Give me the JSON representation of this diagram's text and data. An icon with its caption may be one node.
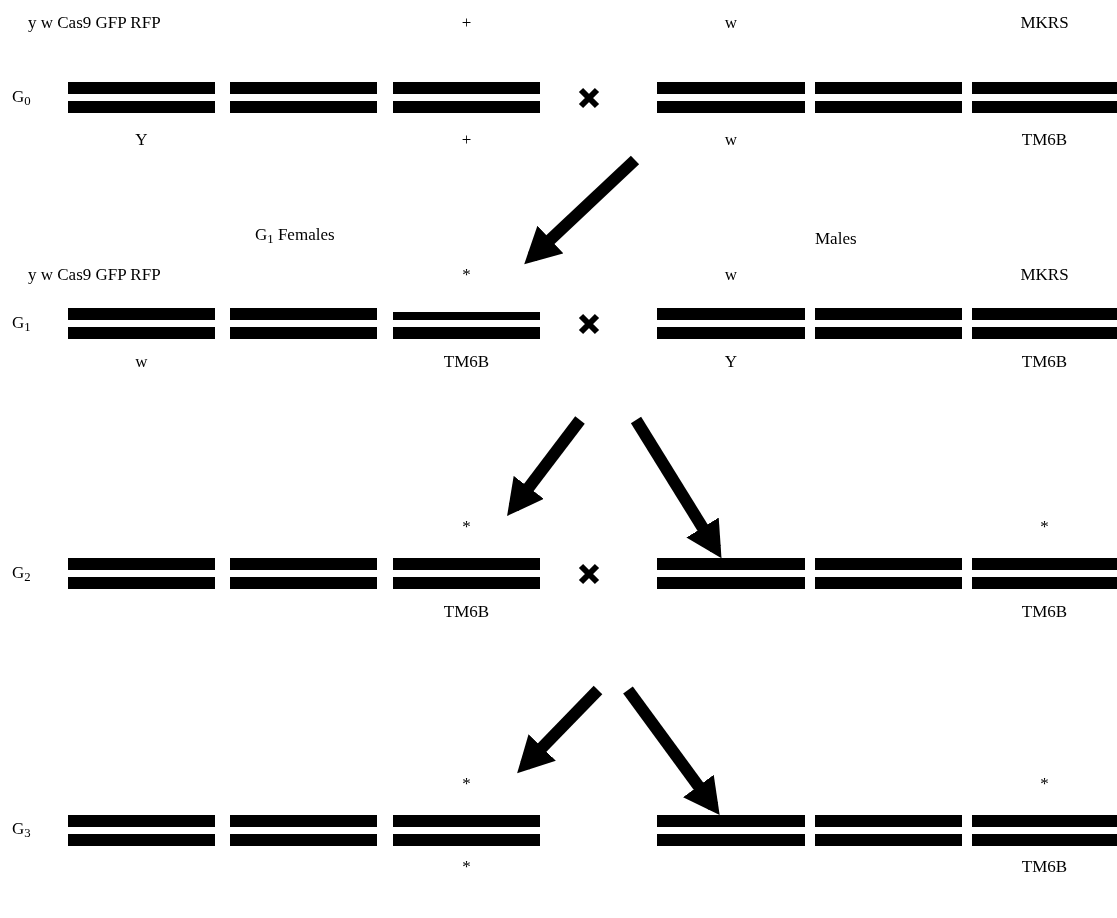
{
  "diagram": {
    "nodes": [
      {
        "text": [
          "y w Cas9 GFP RFP",
          "Y"
        ]
      },
      {
        "text": [],
        "shape": "bar"
      },
      {
        "text": [
          "+",
          "+"
        ]
      },
      {
        "text": [],
        "shape": "cross"
      },
      {
        "text": [
          "w",
          "w"
        ]
      },
      {
        "text": [],
        "shape": "bar"
      },
      {
        "text": [
          "MKRS",
          "TM6B"
        ]
      },
      {
        "text": [
          "y w Cas9 GFP RFP",
          "w"
        ]
      },
      {
        "text": [],
        "shape": "bar"
      },
      {
        "text": [
          "*",
          "TM6B"
        ]
      },
      {
        "text": [],
        "shape": "cross"
      },
      {
        "text": [
          "w",
          "Y"
        ]
      },
      {
        "text": [],
        "shape": "bar"
      },
      {
        "text": [
          "MKRS",
          "TM6B"
        ]
      },
      {
        "text": [],
        "shape": "bar"
      },
      {
        "text": [],
        "shape": "bar"
      },
      {
        "text": [
          "*",
          "TM6B"
        ]
      },
      {
        "text": [],
        "shape": "cross"
      },
      {
        "text": [],
        "shape": "bar"
      },
      {
        "text": [],
        "shape": "bar"
      },
      {
        "text": [
          "*",
          "TM6B"
        ]
      },
      {
        "text": [],
        "shape": "bar"
      },
      {
        "text": [],
        "shape": "bar"
      },
      {
        "text": [
          "*",
          "*"
        ]
      },
      {
        "text": [],
        "shape": "bar"
      },
      {
        "text": [],
        "shape": "bar"
      },
      {
        "text": [
          "*",
          "TM6B"
        ]
      }
    ],
    "edges": [
      {
        "from": null,
        "to": 9,
        "arrow": "to"
      },
      {
        "from": null,
        "to": 16,
        "arrow": "to"
      },
      {
        "from": null,
        "to": 18,
        "arrow": "to"
      },
      {
        "from": null,
        "to": 23,
        "arrow": "to"
      },
      {
        "from": null,
        "to": 24,
        "arrow": "to"
      }
    ],
    "labels": [
      "G$_{0}$",
      "G$_{1}$ Females",
      "Males",
      "G$_{1}$",
      "G$_{2}$",
      "G$_{3}$"
    ]
  }
}
